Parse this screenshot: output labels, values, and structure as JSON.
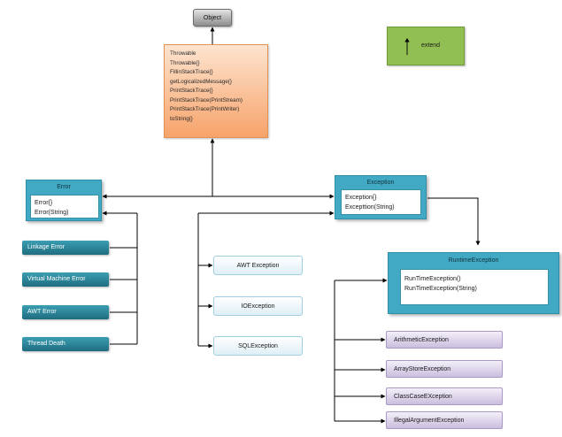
{
  "object": {
    "label": "Object"
  },
  "throwable": {
    "members": [
      "Throwable",
      "Throwable{}",
      "FillinStackTrace{}",
      "getLogicalizedMessage{}",
      "PrintStackTrace{}",
      "PrintStackTrace(PrintStream)",
      "PrintStackTrace(PrintWriter)",
      "toString{}"
    ]
  },
  "legend": {
    "label": "extend"
  },
  "error": {
    "title": "Error",
    "members": [
      "Error{}",
      "Error(String)"
    ],
    "subclasses": [
      "Linkage Error",
      "Virtual Machine Error",
      "AWT Error",
      "Thread Death"
    ]
  },
  "exception": {
    "title": "Exception",
    "members": [
      "Exception{}",
      "Excepttion(String)"
    ],
    "checked": [
      "AWT Exception",
      "IOException",
      "SQLException"
    ]
  },
  "runtime": {
    "title": "RuntimeException",
    "members": [
      "RunTimeException()",
      "RunTimeException(String)"
    ],
    "subclasses": [
      "ArithmeticException",
      "ArrayStoreException",
      "ClassCaseEXception",
      "IllegalArgumentException"
    ]
  },
  "colors": {
    "line": "#000000",
    "class_header": "#41a9c3",
    "throwable_fill": "#f7a36a",
    "legend_fill": "#92bf53",
    "runtime_sub_fill": "#cbbedf"
  }
}
